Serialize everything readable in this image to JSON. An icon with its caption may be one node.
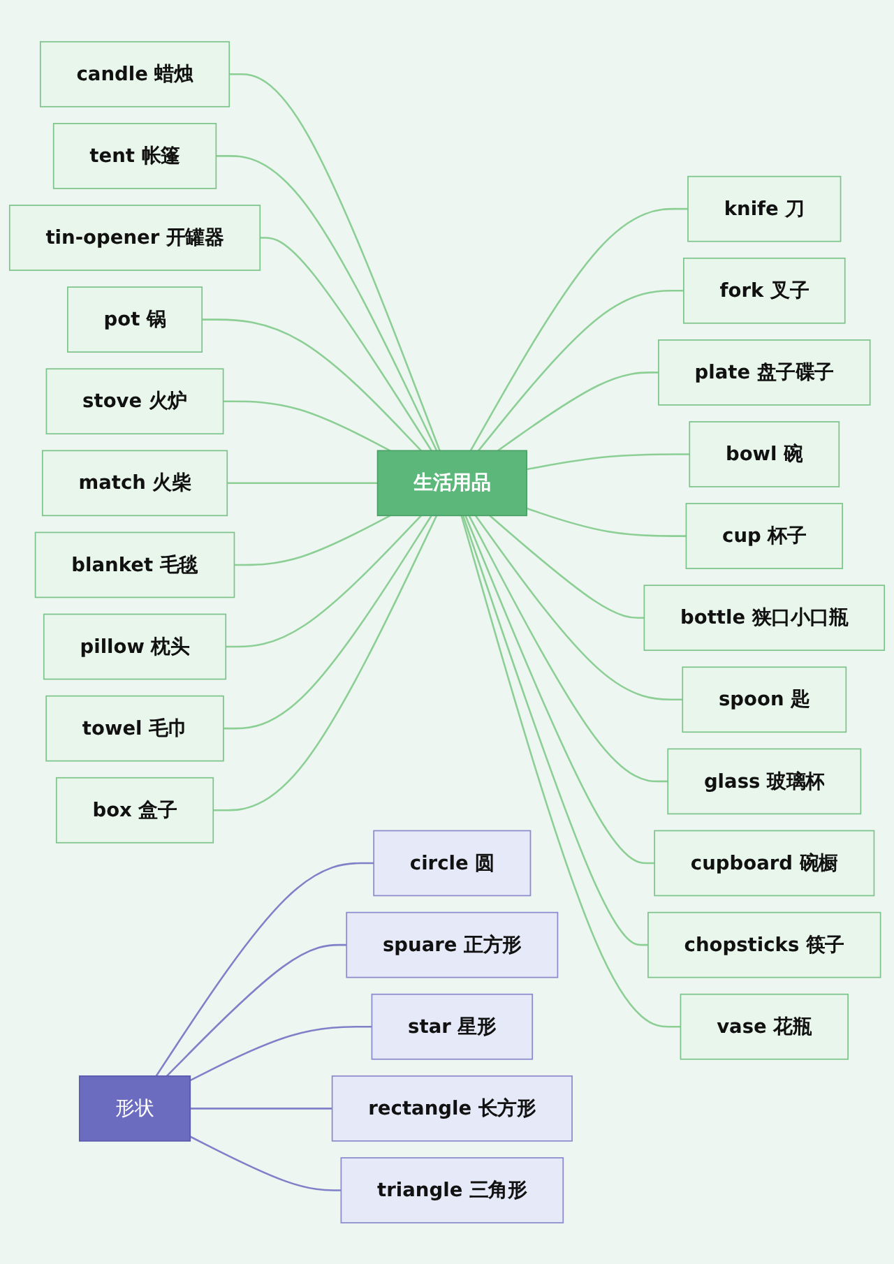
{
  "diagram": {
    "nodes": [
      {
        "text": [
          "生活用品"
        ]
      },
      {
        "text": [
          "candle 蜡烛"
        ]
      },
      {
        "text": [
          "tent 帐篷"
        ]
      },
      {
        "text": [
          "tin-opener 开罐器"
        ]
      },
      {
        "text": [
          "pot 锅"
        ]
      },
      {
        "text": [
          "stove 火炉"
        ]
      },
      {
        "text": [
          "match 火柴"
        ]
      },
      {
        "text": [
          "blanket 毛毯"
        ]
      },
      {
        "text": [
          "pillow 枕头"
        ]
      },
      {
        "text": [
          "towel 毛巾"
        ]
      },
      {
        "text": [
          "box 盒子"
        ]
      },
      {
        "text": [
          "knife 刀"
        ]
      },
      {
        "text": [
          "fork 叉子"
        ]
      },
      {
        "text": [
          "plate 盘子碟子"
        ]
      },
      {
        "text": [
          "bowl 碗"
        ]
      },
      {
        "text": [
          "cup 杯子"
        ]
      },
      {
        "text": [
          "bottle 狭口小口瓶"
        ]
      },
      {
        "text": [
          "spoon 匙"
        ]
      },
      {
        "text": [
          "glass 玻璃杯"
        ]
      },
      {
        "text": [
          "cupboard 碗橱"
        ]
      },
      {
        "text": [
          "chopsticks 筷子"
        ]
      },
      {
        "text": [
          "vase 花瓶"
        ]
      },
      {
        "text": [
          "形状"
        ]
      },
      {
        "text": [
          "circle 圆"
        ]
      },
      {
        "text": [
          "spuare 正方形"
        ]
      },
      {
        "text": [
          "star 星形"
        ]
      },
      {
        "text": [
          "rectangle 长方形"
        ]
      },
      {
        "text": [
          "triangle 三角形"
        ]
      }
    ],
    "edges": [
      {
        "from": 1,
        "to": 0,
        "arrow": "none"
      },
      {
        "from": 2,
        "to": 0,
        "arrow": "none"
      },
      {
        "from": 3,
        "to": 0,
        "arrow": "none"
      },
      {
        "from": 4,
        "to": 0,
        "arrow": "none"
      },
      {
        "from": 5,
        "to": 0,
        "arrow": "none"
      },
      {
        "from": 6,
        "to": 0,
        "arrow": "none"
      },
      {
        "from": 7,
        "to": 0,
        "arrow": "none"
      },
      {
        "from": 8,
        "to": 0,
        "arrow": "none"
      },
      {
        "from": 9,
        "to": 0,
        "arrow": "none"
      },
      {
        "from": 10,
        "to": 0,
        "arrow": "none"
      },
      {
        "from": 0,
        "to": 11,
        "arrow": "none"
      },
      {
        "from": 0,
        "to": 12,
        "arrow": "none"
      },
      {
        "from": 0,
        "to": 13,
        "arrow": "none"
      },
      {
        "from": 0,
        "to": 14,
        "arrow": "none"
      },
      {
        "from": 0,
        "to": 15,
        "arrow": "none"
      },
      {
        "from": 0,
        "to": 16,
        "arrow": "none"
      },
      {
        "from": 0,
        "to": 17,
        "arrow": "none"
      },
      {
        "from": 0,
        "to": 18,
        "arrow": "none"
      },
      {
        "from": 0,
        "to": 19,
        "arrow": "none"
      },
      {
        "from": 0,
        "to": 20,
        "arrow": "none"
      },
      {
        "from": 0,
        "to": 21,
        "arrow": "none"
      },
      {
        "from": 22,
        "to": 23,
        "arrow": "none",
        "color": "#8080c8"
      },
      {
        "from": 22,
        "to": 24,
        "arrow": "none",
        "color": "#8080c8"
      },
      {
        "from": 22,
        "to": 25,
        "arrow": "none",
        "color": "#8080c8"
      },
      {
        "from": 22,
        "to": 26,
        "arrow": "none",
        "color": "#8080c8"
      },
      {
        "from": 22,
        "to": 27,
        "arrow": "none",
        "color": "#8080c8"
      }
    ]
  }
}
